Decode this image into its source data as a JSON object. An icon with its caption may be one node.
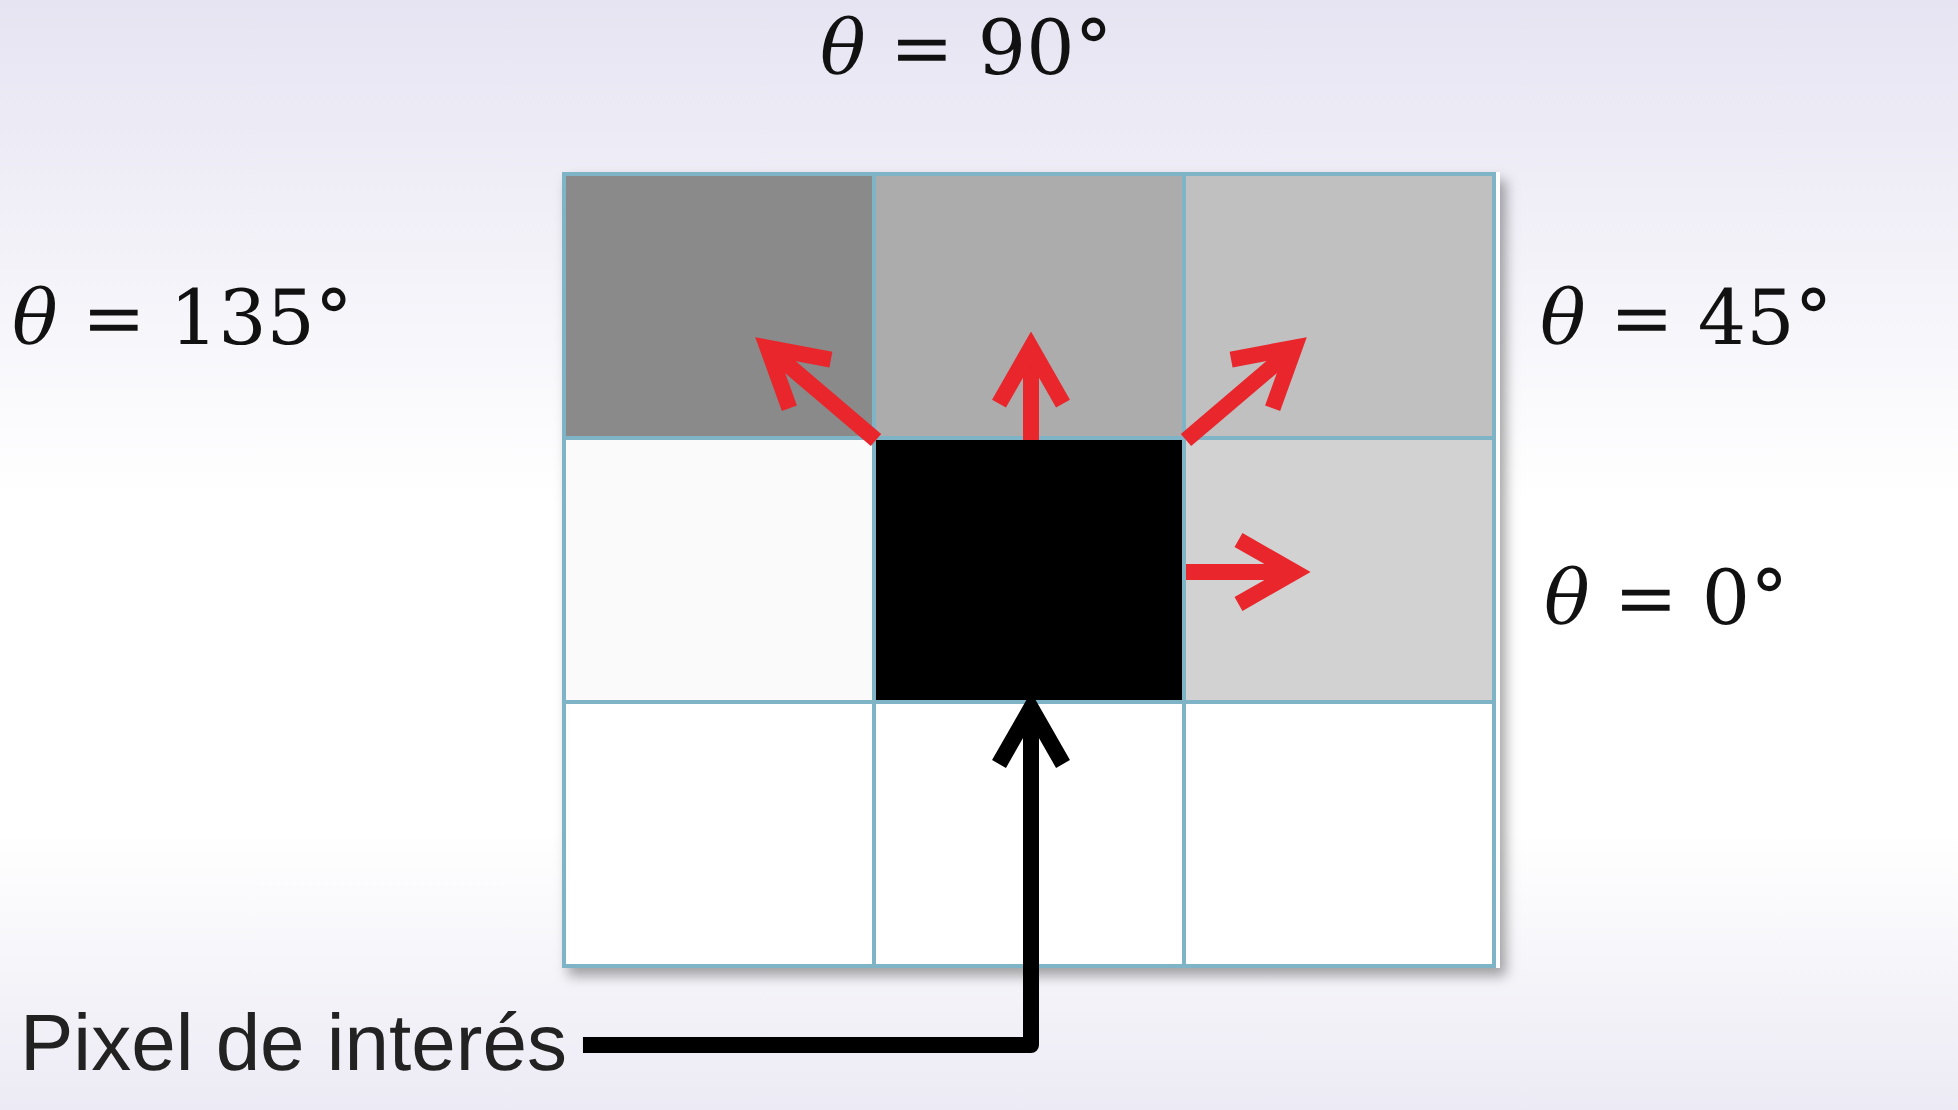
{
  "diagram": {
    "nodes": [
      {
        "text": [],
        "shape": "box"
      },
      {
        "text": [],
        "shape": "box"
      },
      {
        "text": [],
        "shape": "box"
      },
      {
        "text": [],
        "shape": "box"
      },
      {
        "text": [],
        "shape": "box"
      },
      {
        "text": [],
        "shape": "box"
      },
      {
        "text": [],
        "shape": "box"
      },
      {
        "text": [],
        "shape": "box"
      },
      {
        "text": [],
        "shape": "box"
      },
      {
        "text": [
          "Pixel de interés"
        ]
      }
    ],
    "edges": [
      {
        "from": 4,
        "to": 0,
        "arrow": "to"
      },
      {
        "from": 4,
        "to": 1,
        "arrow": "to"
      },
      {
        "from": 4,
        "to": 2,
        "arrow": "to"
      },
      {
        "from": 4,
        "to": 5,
        "arrow": "to"
      },
      {
        "from": 9,
        "to": 4,
        "arrow": "to",
        "color": "#000000"
      }
    ],
    "labels": [
      "*θ* = 90°",
      "*θ* = 135°",
      "*θ* = 45°",
      "*θ* = 0°"
    ]
  }
}
